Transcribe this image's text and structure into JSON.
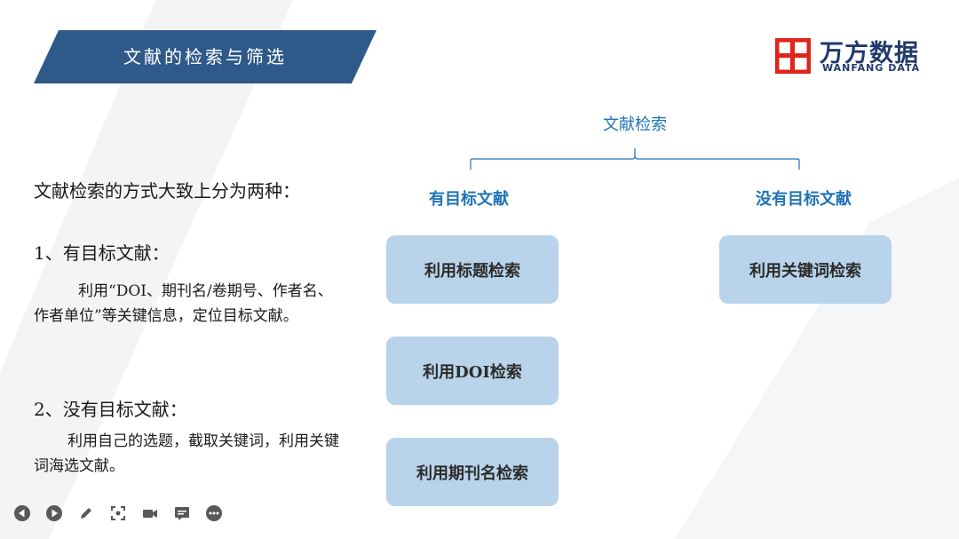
{
  "slide": {
    "title": "文献的检索与筛选"
  },
  "logo": {
    "cn": "万方数据",
    "en": "WANFANG DATA"
  },
  "left": {
    "intro": "文献检索的方式大致上分为两种：",
    "item1_heading": "1、有目标文献：",
    "item1_text": "利用“DOI、期刊名/卷期号、作者名、作者单位”等关键信息，定位目标文献。",
    "item2_heading": "2、没有目标文献：",
    "item2_text": "利用自己的选题，截取关键词，利用关键词海选文献。"
  },
  "tree": {
    "root": "文献检索",
    "branch_left": "有目标文献",
    "branch_right": "没有目标文献",
    "left_boxes": [
      "利用标题检索",
      "利用DOI检索",
      "利用期刊名检索"
    ],
    "right_boxes": [
      "利用关键词检索"
    ]
  },
  "toolbar": {
    "icons": [
      "previous-icon",
      "play-icon",
      "pen-icon",
      "focus-icon",
      "camera-icon",
      "subtitle-icon",
      "more-icon"
    ]
  },
  "colors": {
    "banner": "#2e5a8a",
    "accent": "#1f73b7",
    "box": "#b8d3ea",
    "logo_red": "#e0241b",
    "logo_blue": "#1f3a6b"
  }
}
